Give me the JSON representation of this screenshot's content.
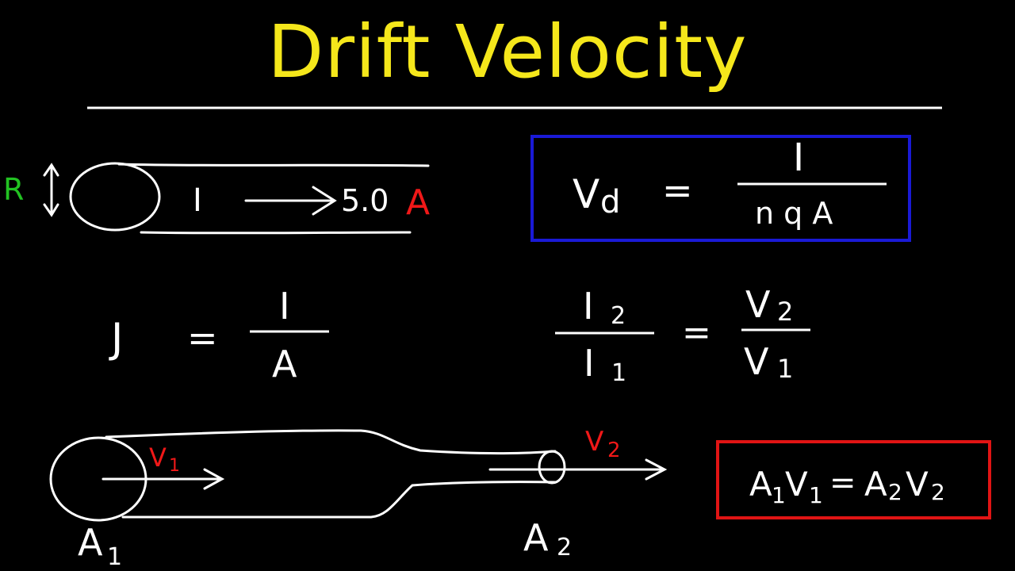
{
  "title": "Drift Velocity",
  "colors": {
    "background": "#000000",
    "chalk": "#ffffff",
    "title": "#f5e71b",
    "blue_box": "#1a1ad6",
    "red_box": "#e01414",
    "red_label": "#f01818",
    "green_label": "#22c222"
  },
  "wire_top": {
    "radius_label": "R",
    "current_symbol": "I",
    "current_value": "5.0",
    "current_unit": "A"
  },
  "formula_drift": {
    "lhs_symbol": "V",
    "lhs_subscript": "d",
    "equals": "=",
    "numerator": "I",
    "denominator": "n q A"
  },
  "formula_density": {
    "lhs": "J",
    "equals": "=",
    "numerator": "I",
    "denominator": "A"
  },
  "formula_ratio": {
    "left_num_symbol": "I",
    "left_num_subscript": "2",
    "left_den_symbol": "I",
    "left_den_subscript": "1",
    "equals": "=",
    "right_num_symbol": "V",
    "right_num_subscript": "2",
    "right_den_symbol": "V",
    "right_den_subscript": "1"
  },
  "wire_bottom": {
    "v1_symbol": "V",
    "v1_subscript": "1",
    "v2_symbol": "V",
    "v2_subscript": "2",
    "a1_symbol": "A",
    "a1_subscript": "1",
    "a2_symbol": "A",
    "a2_subscript": "2"
  },
  "formula_continuity": {
    "a1": "A",
    "a1_sub": "1",
    "v1": "V",
    "v1_sub": "1",
    "equals": "=",
    "a2": "A",
    "a2_sub": "2",
    "v2": "V",
    "v2_sub": "2"
  }
}
